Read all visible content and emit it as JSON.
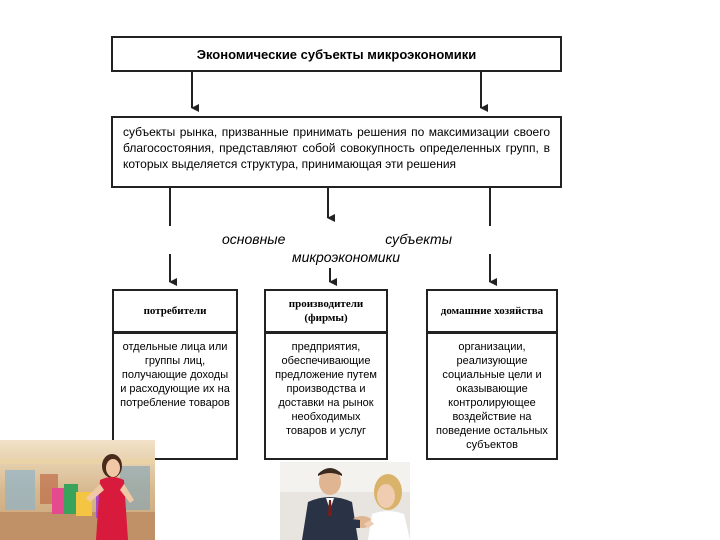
{
  "title": "Экономические субъекты микроэкономики",
  "definition": "субъекты рынка, призванные принимать решения по максимизации своего благосостояния, представляют собой совокупность определенных групп, в которых выделяется структура, принимающая эти решения",
  "middle_label": {
    "word1": "основные",
    "word2": "субъекты",
    "line2": "микроэкономики"
  },
  "columns": [
    {
      "header": "потребители",
      "description": "отдельные лица или группы лиц, получающие доходы и расходующие их на потребление товаров"
    },
    {
      "header": "производители (фирмы)",
      "description": "предприятия, обеспечивающие предложение путем производства и доставки на рынок необходимых товаров и услуг"
    },
    {
      "header": "домашние хозяйства",
      "description": "организации, реализующие социальные цели и оказывающие контролирующее воздействие на поведение остальных субъектов"
    }
  ],
  "colors": {
    "line": "#222222",
    "mall_floor": "#c9a074",
    "shopper_dress": "#d81b3c",
    "suit": "#2a3346"
  }
}
